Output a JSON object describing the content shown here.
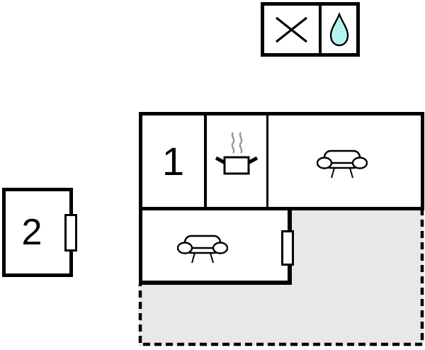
{
  "colors": {
    "background": "#ffffff",
    "wall": "#000000",
    "terrace_fill": "#e8e8e8",
    "water_drop": "#b5f2f0",
    "steam": "#979797"
  },
  "legend": {
    "cells": [
      {
        "icon": "cross-icon"
      },
      {
        "icon": "water-drop-icon"
      }
    ]
  },
  "floor_plan": {
    "upper_section": {
      "room1_label": "1",
      "stove_icon": "pot-with-steam-icon",
      "sofa_icon": "sofa-icon"
    },
    "lower_section": {
      "sofa_icon": "sofa-icon",
      "door": "door-window"
    },
    "annex": {
      "label": "2",
      "door": "door-window"
    },
    "terrace": {
      "fill": "#e8e8e8",
      "border_style": "dashed"
    }
  }
}
